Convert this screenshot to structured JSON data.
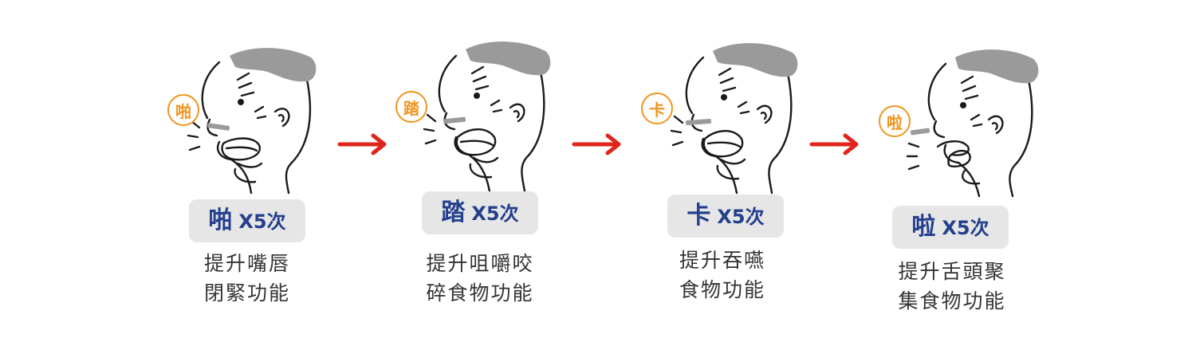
{
  "steps": [
    {
      "bubble": "啪",
      "syllable": "啪",
      "count": "X5次",
      "desc": [
        "提升嘴唇",
        "閉緊功能"
      ]
    },
    {
      "bubble": "踏",
      "syllable": "踏",
      "count": "X5次",
      "desc": [
        "提升咀嚼咬",
        "碎食物功能"
      ]
    },
    {
      "bubble": "卡",
      "syllable": "卡",
      "count": "X5次",
      "desc": [
        "提升吞嚥",
        "食物功能"
      ]
    },
    {
      "bubble": "啦",
      "syllable": "啦",
      "count": "X5次",
      "desc": [
        "提升舌頭聚",
        "集食物功能"
      ]
    }
  ],
  "colors": {
    "accent": "#f0961e",
    "label": "#243f8d",
    "arrow": "#e0251b",
    "hair": "#9a9a9a"
  }
}
